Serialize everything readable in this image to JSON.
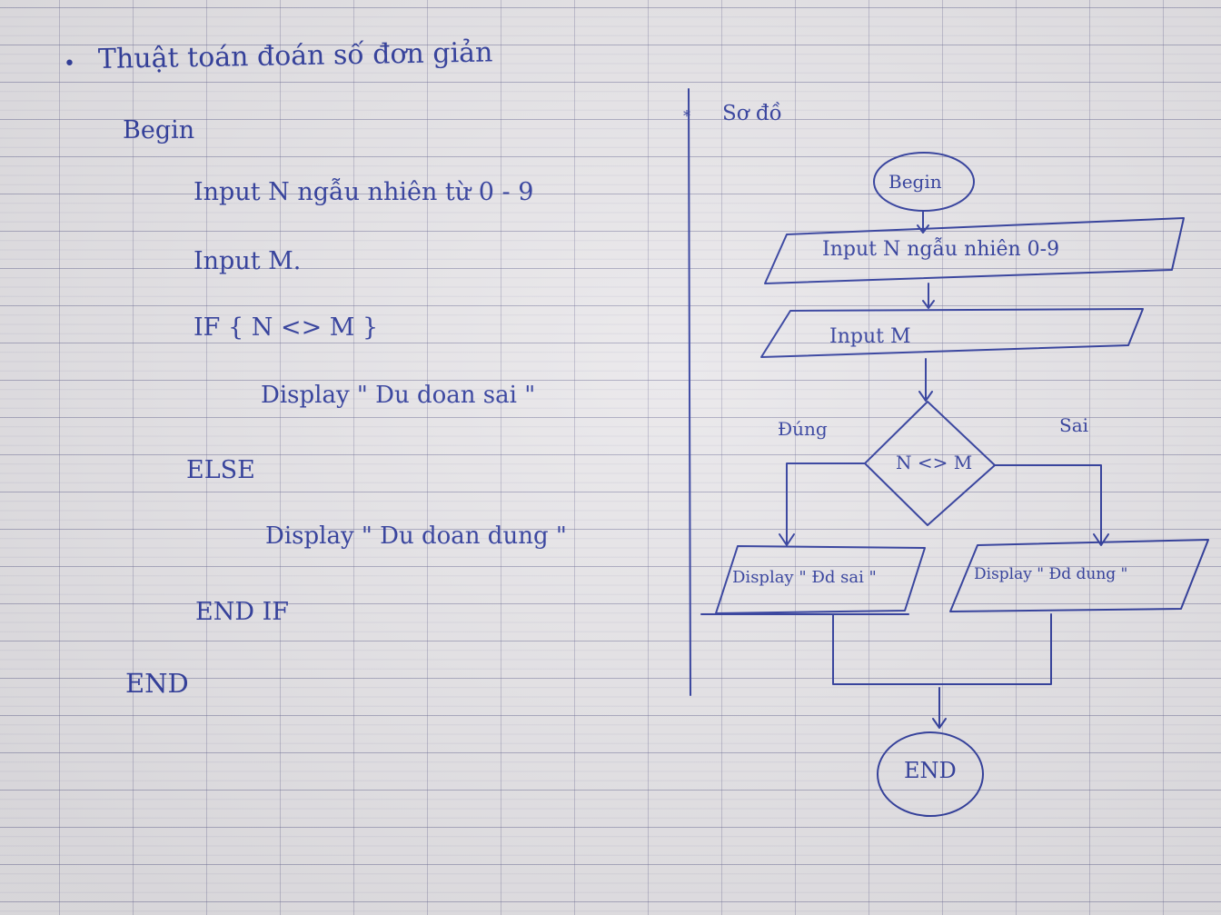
{
  "ink_color": "#2d3a9c",
  "paper_color": "#e9e7ea",
  "pseudocode": {
    "title": "Thuật toán đoán số đơn giản",
    "begin": "Begin",
    "line1": "Input   N  ngẫu nhiên  từ  0 - 9",
    "line2": "Input   M.",
    "line3": "IF  { N <> M }",
    "line4": "Display  \"  Du  doan  sai \"",
    "line5": "ELSE",
    "line6": "Display  \"  Du  doan  dung \"",
    "line7": "END   IF",
    "end": "END"
  },
  "flowchart": {
    "heading": "Sơ đồ",
    "start": "Begin",
    "input_n": "Input  N  ngẫu  nhiên  0-9",
    "input_m": "Input  M",
    "decision": "N <> M",
    "yes_label": "Đúng",
    "no_label": "Sai",
    "display_wrong": "Display \" Đd sai \"",
    "display_right": "Display \" Đd dung \"",
    "stop": "END"
  }
}
